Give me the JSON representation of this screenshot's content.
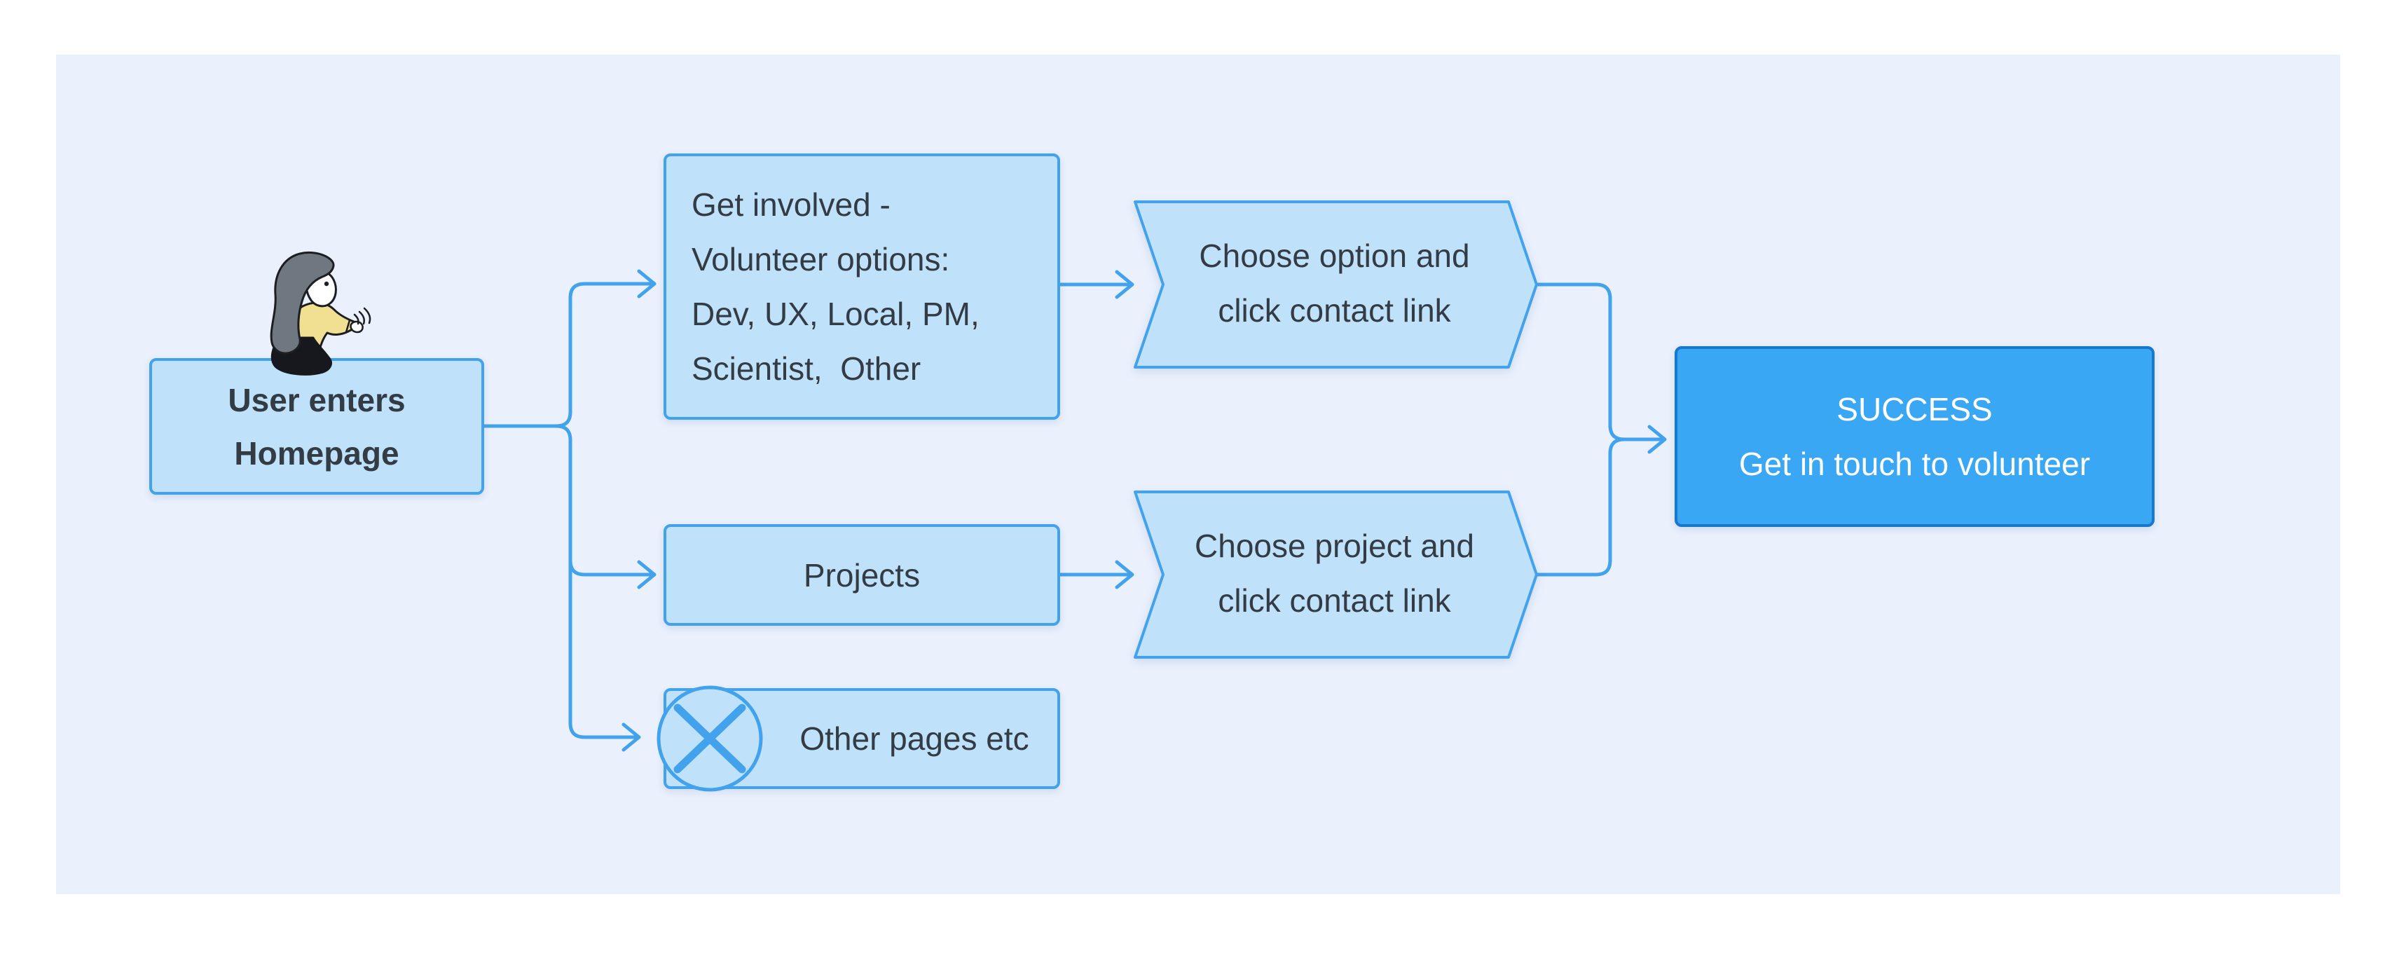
{
  "diagram": {
    "colors": {
      "panel_background": "#EAF0FC",
      "node_fill": "#BFE2FA",
      "node_border": "#42A2EB",
      "connector": "#42A2EB",
      "success_fill": "#39A7F4",
      "success_border": "#1679CC",
      "text_dark": "#333B45",
      "text_light": "#FFFFFF"
    },
    "nodes": {
      "start": {
        "line1": "User enters",
        "line2": "Homepage"
      },
      "get_involved": {
        "line1": "Get involved -",
        "line2": "Volunteer options:",
        "line3": "Dev, UX, Local, PM,",
        "line4": "Scientist,  Other"
      },
      "choose_option": {
        "line1": "Choose option and",
        "line2": "click contact link"
      },
      "projects": {
        "label": "Projects"
      },
      "choose_project": {
        "line1": "Choose project and",
        "line2": "click contact link"
      },
      "other_pages": {
        "label": "Other pages etc",
        "icon": "x-circle"
      },
      "success": {
        "line1": "SUCCESS",
        "line2": "Get in touch to volunteer"
      }
    },
    "illustration": "person-sitting-on-box",
    "edges": [
      {
        "from": "start",
        "to": "get_involved"
      },
      {
        "from": "start",
        "to": "projects"
      },
      {
        "from": "start",
        "to": "other_pages"
      },
      {
        "from": "get_involved",
        "to": "choose_option"
      },
      {
        "from": "projects",
        "to": "choose_project"
      },
      {
        "from": "choose_option",
        "to": "success"
      },
      {
        "from": "choose_project",
        "to": "success"
      }
    ]
  }
}
